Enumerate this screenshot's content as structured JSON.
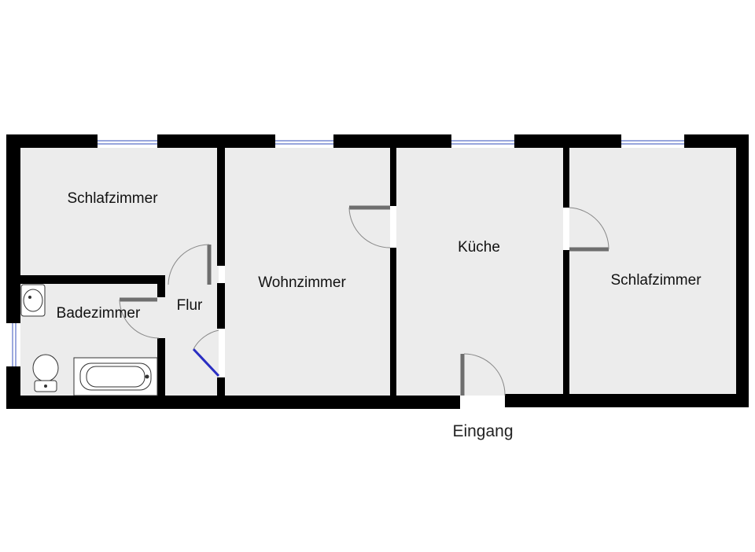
{
  "floorplan": {
    "rooms": {
      "schlafzimmer_left": "Schlafzimmer",
      "wohnzimmer": "Wohnzimmer",
      "kueche": "Küche",
      "schlafzimmer_right": "Schlafzimmer",
      "badezimmer": "Badezimmer",
      "flur": "Flur"
    },
    "entrance": "Eingang"
  },
  "colors": {
    "wall": "#000000",
    "floor": "#ececec",
    "door": "#6e6e6e",
    "window": "#5a70c8"
  }
}
